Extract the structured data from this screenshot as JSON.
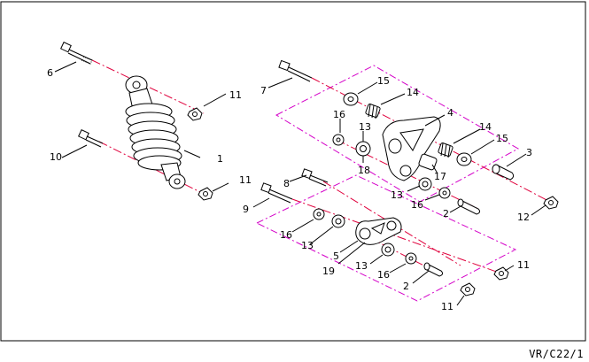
{
  "diagram": {
    "callouts": {
      "c1": "1",
      "c2a": "2",
      "c2b": "2",
      "c3": "3",
      "c4": "4",
      "c5": "5",
      "c6": "6",
      "c7": "7",
      "c8": "8",
      "c9": "9",
      "c10": "10",
      "c11a": "11",
      "c11b": "11",
      "c11c": "11",
      "c11d": "11",
      "c12": "12",
      "c13a": "13",
      "c13b": "13",
      "c13c": "13",
      "c13d": "13",
      "c14a": "14",
      "c14b": "14",
      "c15a": "15",
      "c15b": "15",
      "c16a": "16",
      "c16b": "16",
      "c16c": "16",
      "c16d": "16",
      "c17": "17",
      "c18": "18",
      "c19": "19"
    },
    "reference_code": "VR/C22/1",
    "colors": {
      "line": "#000000",
      "axis": "#e0003c",
      "group_box": "#d400c8"
    }
  }
}
